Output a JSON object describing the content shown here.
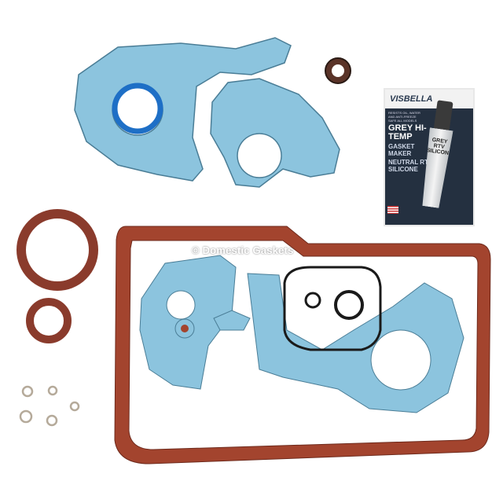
{
  "watermark": "© Domestic Gaskets",
  "package": {
    "brand": "VISBELLA",
    "small_print": "RESISTS OIL, WATER AND ANTI-FREEZE SAFE ALL MODELS",
    "title": "GREY HI-TEMP",
    "subtitle_1": "GASKET MAKER",
    "subtitle_2": "NEUTRAL RTV SILICONE",
    "tube_label": "GREY RTV SILICONE"
  },
  "colors": {
    "blue_gasket": "#8cc4de",
    "oil_pan_gasket": "#a3442e",
    "seal": "#8a3b2c",
    "o_ring": "#1e6fc6"
  }
}
